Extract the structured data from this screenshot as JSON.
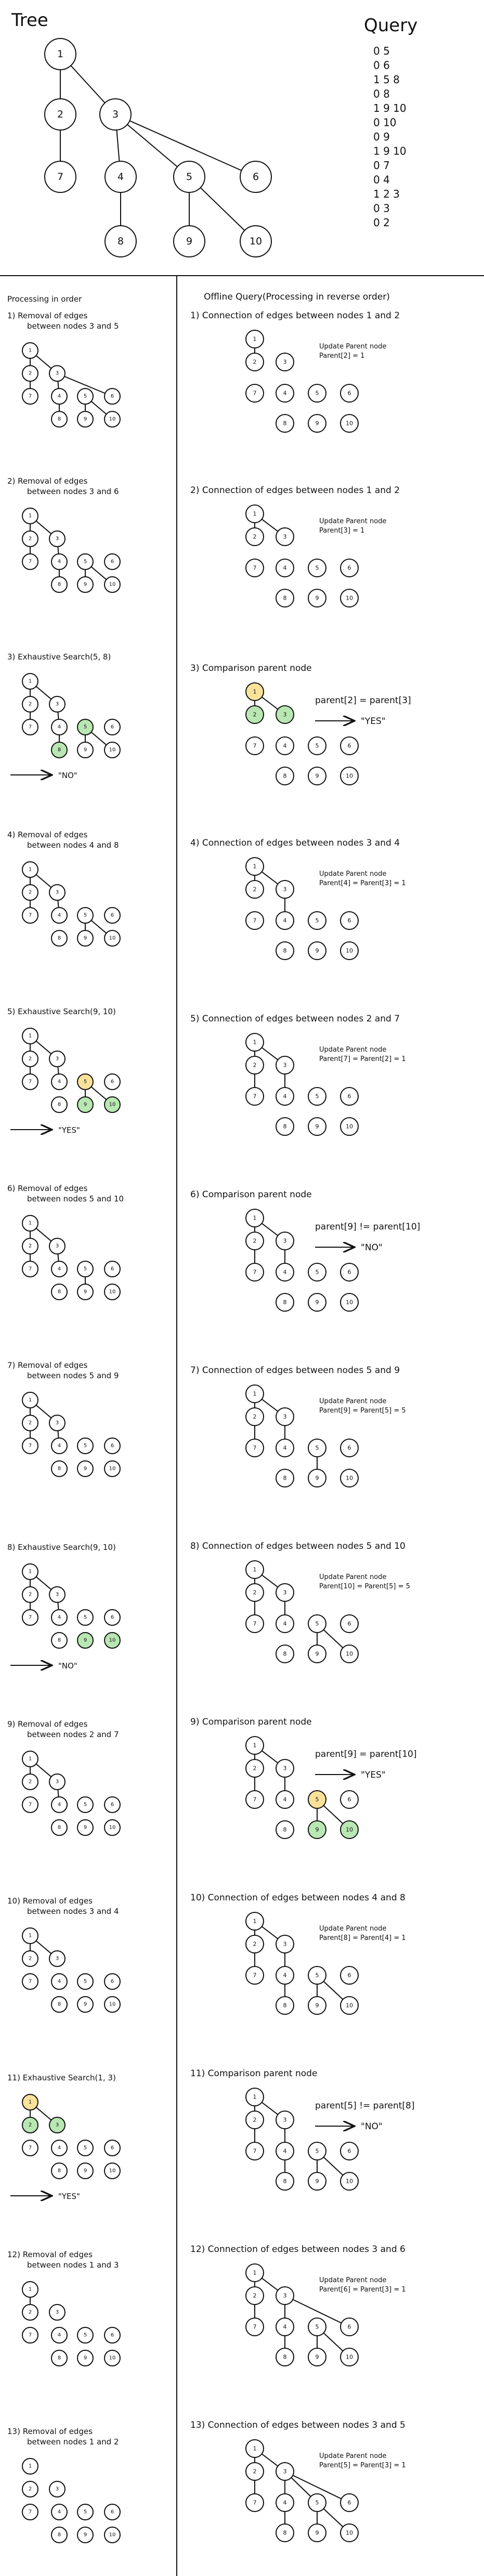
{
  "tree_title": "Tree",
  "query_title": "Query",
  "queries": [
    "0 5",
    "0 6",
    "1 5 8",
    "0 8",
    "1 9 10",
    "0 10",
    "0 9",
    "1 9 10",
    "0 7",
    "0 4",
    "1 2 3",
    "0 3",
    "0 2"
  ],
  "tree_labels": [
    "1",
    "2",
    "3",
    "7",
    "4",
    "5",
    "6",
    "8",
    "9",
    "10"
  ],
  "left_header": "Processing in order",
  "right_header": "Offline Query(Processing in reverse order)",
  "colors": {
    "yellow": "#fbe29a",
    "green": "#b9e7b3",
    "line": "#111111"
  },
  "left_steps": [
    {
      "title": [
        "1) Removal of edges",
        "between nodes 3 and 5"
      ],
      "result": ""
    },
    {
      "title": [
        "2) Removal of edges",
        "between nodes 3 and 6"
      ],
      "result": ""
    },
    {
      "title": [
        "3) Exhaustive Search(5, 8)"
      ],
      "result": "\"NO\""
    },
    {
      "title": [
        "4) Removal of edges",
        "between nodes 4 and 8"
      ],
      "result": ""
    },
    {
      "title": [
        "5) Exhaustive Search(9, 10)"
      ],
      "result": "\"YES\""
    },
    {
      "title": [
        "6) Removal of edges",
        "between nodes 5 and 10"
      ],
      "result": ""
    },
    {
      "title": [
        "7) Removal of edges",
        "between nodes 5 and 9"
      ],
      "result": ""
    },
    {
      "title": [
        "8) Exhaustive Search(9, 10)"
      ],
      "result": "\"NO\""
    },
    {
      "title": [
        "9) Removal of edges",
        "between nodes 2 and 7"
      ],
      "result": ""
    },
    {
      "title": [
        "10) Removal of edges",
        "between nodes 3 and 4"
      ],
      "result": ""
    },
    {
      "title": [
        "11) Exhaustive Search(1, 3)"
      ],
      "result": "\"YES\""
    },
    {
      "title": [
        "12) Removal of edges",
        "between nodes 1 and 3"
      ],
      "result": ""
    },
    {
      "title": [
        "13) Removal of edges",
        "between nodes 1 and 2"
      ],
      "result": ""
    }
  ],
  "right_steps": [
    {
      "title": "1) Connection of edges between nodes 1 and 2",
      "notes": [
        "Update Parent node",
        "Parent[2] = 1"
      ]
    },
    {
      "title": "2) Connection of edges between nodes 1 and 2",
      "notes": [
        "Update Parent node",
        "Parent[3] = 1"
      ]
    },
    {
      "title": "3) Comparison parent node",
      "notes": [
        "parent[2] = parent[3]"
      ],
      "result": "\"YES\""
    },
    {
      "title": "4) Connection of edges between nodes 3 and 4",
      "notes": [
        "Update Parent node",
        "Parent[4] = Parent[3] = 1"
      ]
    },
    {
      "title": "5) Connection of edges between nodes 2 and 7",
      "notes": [
        "Update Parent node",
        "Parent[7] = Parent[2] = 1"
      ]
    },
    {
      "title": "6) Comparison parent node",
      "notes": [
        "parent[9] != parent[10]"
      ],
      "result": "\"NO\""
    },
    {
      "title": "7) Connection of edges between nodes 5 and 9",
      "notes": [
        "Update Parent node",
        "Parent[9] = Parent[5] = 5"
      ]
    },
    {
      "title": "8) Connection of edges between nodes 5 and 10",
      "notes": [
        "Update Parent node",
        "Parent[10] = Parent[5] = 5"
      ]
    },
    {
      "title": "9) Comparison parent node",
      "notes": [
        "parent[9] = parent[10]"
      ],
      "result": "\"YES\""
    },
    {
      "title": "10) Connection of edges between nodes 4 and 8",
      "notes": [
        "Update Parent node",
        "Parent[8] = Parent[4] = 1"
      ]
    },
    {
      "title": "11) Comparison parent node",
      "notes": [
        "parent[5] != parent[8]"
      ],
      "result": "\"NO\""
    },
    {
      "title": "12) Connection of edges between nodes 3 and 6",
      "notes": [
        "Update Parent node",
        "Parent[6] = Parent[3] = 1"
      ]
    },
    {
      "title": "13) Connection of edges between nodes 3 and 5",
      "notes": [
        "Update Parent node",
        "Parent[5] = Parent[3] = 1"
      ]
    }
  ]
}
